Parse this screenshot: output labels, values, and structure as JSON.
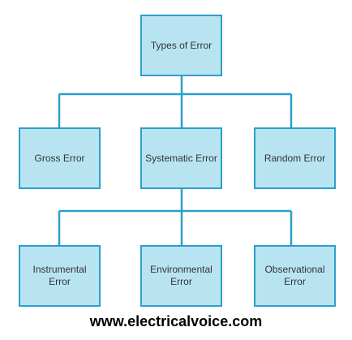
{
  "diagram": {
    "root": {
      "label": "Types of Error"
    },
    "level1": [
      {
        "label": "Gross Error"
      },
      {
        "label": "Systematic Error"
      },
      {
        "label": "Random Error"
      }
    ],
    "level2": [
      {
        "label": "Instrumental\nError"
      },
      {
        "label": "Environmental\nError"
      },
      {
        "label": "Observational\nError"
      }
    ],
    "colors": {
      "node_fill": "#b8e4f2",
      "node_border": "#2b9fcc",
      "connector": "#2b9fcc"
    }
  },
  "footer": {
    "text": "www.electricalvoice.com"
  }
}
